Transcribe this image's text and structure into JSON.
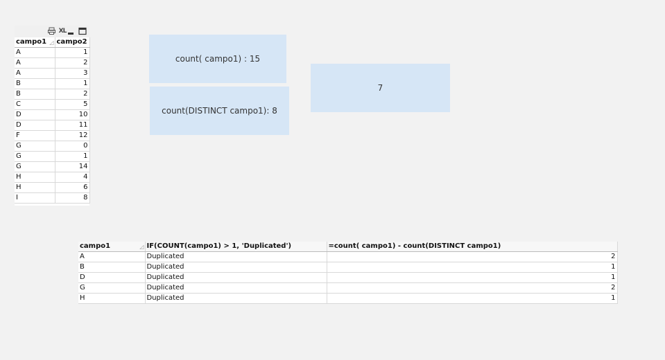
{
  "table_box": {
    "caption_icons": [
      "print-icon",
      "xl-icon",
      "minimize-icon",
      "maximize-icon"
    ],
    "xl_label": "XL",
    "headers": [
      "campo1",
      "campo2"
    ],
    "rows": [
      [
        "A",
        "1"
      ],
      [
        "A",
        "2"
      ],
      [
        "A",
        "3"
      ],
      [
        "B",
        "1"
      ],
      [
        "B",
        "2"
      ],
      [
        "C",
        "5"
      ],
      [
        "D",
        "10"
      ],
      [
        "D",
        "11"
      ],
      [
        "F",
        "12"
      ],
      [
        "G",
        "0"
      ],
      [
        "G",
        "1"
      ],
      [
        "G",
        "14"
      ],
      [
        "H",
        "4"
      ],
      [
        "H",
        "6"
      ],
      [
        "I",
        "8"
      ]
    ]
  },
  "text_boxes": {
    "count_text": "count( campo1) : 15",
    "distinct_text": "count(DISTINCT campo1): 8",
    "diff_text": "7"
  },
  "straight_table": {
    "headers": [
      "campo1",
      "IF(COUNT(campo1) > 1, 'Duplicated')",
      "=count( campo1)  - count(DISTINCT campo1)"
    ],
    "rows": [
      [
        "A",
        "Duplicated",
        "2"
      ],
      [
        "B",
        "Duplicated",
        "1"
      ],
      [
        "D",
        "Duplicated",
        "1"
      ],
      [
        "G",
        "Duplicated",
        "2"
      ],
      [
        "H",
        "Duplicated",
        "1"
      ]
    ]
  },
  "colors": {
    "background": "#f2f2f2",
    "textbox_fill": "#d6e6f6",
    "grid_line": "#d8d8d8"
  }
}
